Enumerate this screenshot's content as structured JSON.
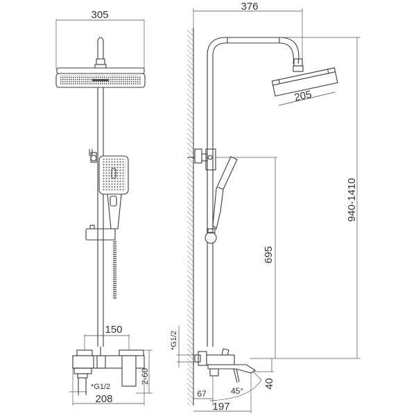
{
  "drawing": {
    "type": "technical-dimension-drawing",
    "subject": "shower system with overhead shower, hand shower and wall mixer",
    "front_view": {
      "overhead_width": "305",
      "mixer_center_distance": "150",
      "mixer_width": "208",
      "inlet_thread": "*G1/2",
      "inlet_offset": "2-60"
    },
    "side_view": {
      "arm_reach": "376",
      "overhead_diameter": "205",
      "total_height": "940-1410",
      "hand_shower_height": "695",
      "inlet_thread": "*G1/2",
      "spout_height": "40",
      "spout_offset": "67",
      "spout_projection": "197",
      "spout_angle": "45°"
    }
  }
}
